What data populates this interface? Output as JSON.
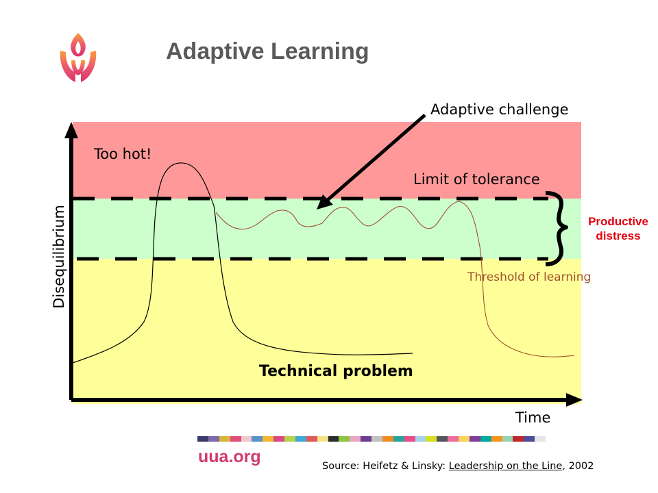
{
  "title": "Adaptive Learning",
  "labels": {
    "adaptive_challenge": "Adaptive challenge",
    "too_hot": "Too hot!",
    "limit_of_tolerance": "Limit of tolerance",
    "productive": "Productive",
    "distress": "distress",
    "threshold_of_learning": "Threshold of learning",
    "technical_problem": "Technical problem",
    "time": "Time",
    "disequilibrium": "Disequilibrium"
  },
  "footer": {
    "site": "uua.org",
    "source_prefix": "Source:  Heifetz & Linsky: ",
    "source_book": "Leadership on the Line",
    "source_suffix": ", 2002"
  },
  "colors": {
    "zone_hot": "#ff9999",
    "zone_productive": "#ccffcc",
    "zone_technical": "#ffff99",
    "productive_text": "#e3000f",
    "threshold_text": "#a0522d",
    "adaptive_curve": "#a0522d",
    "site_text": "#d13a6b",
    "title_text": "#595959"
  },
  "icons": {
    "logo": "flaming-chalice-icon"
  },
  "strip_colors": [
    "#3b3b6b",
    "#7e6aa8",
    "#d9b33a",
    "#e14d7a",
    "#f0c8d0",
    "#5b8fc7",
    "#f2b632",
    "#d84a86",
    "#b7d24b",
    "#3fa9d6",
    "#e05a5a",
    "#f5e28a",
    "#2d2d2d",
    "#8cc63f",
    "#e7a6c2",
    "#6c3f91",
    "#c2c2c2",
    "#f08a24",
    "#27a39a",
    "#ea4c89",
    "#a3d4ec",
    "#d7df23",
    "#54575e",
    "#ee6b9e",
    "#fbd25a",
    "#7f3f98",
    "#00a99d",
    "#f7941d",
    "#9bd3ae",
    "#c1272d",
    "#4c4c9b",
    "#e6e6e6"
  ]
}
